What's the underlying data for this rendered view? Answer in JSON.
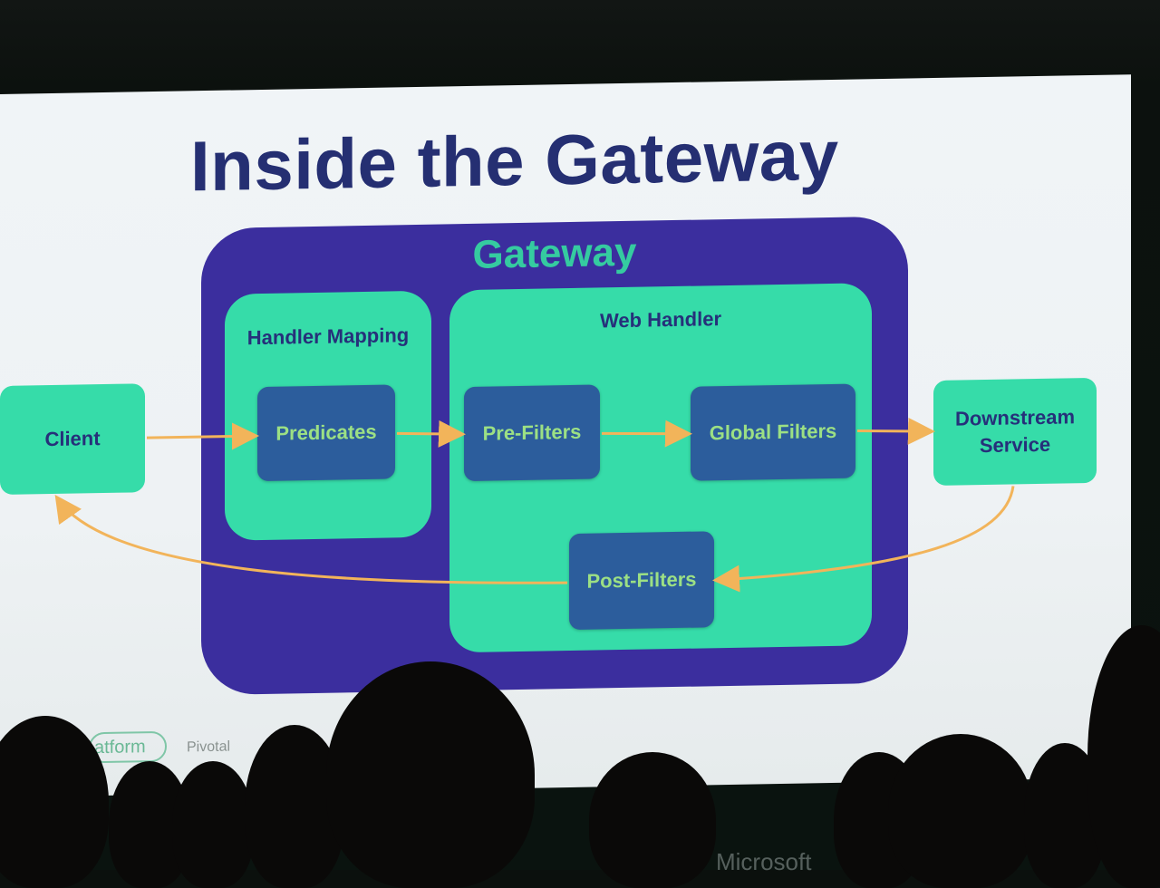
{
  "slide": {
    "title": "Inside the Gateway"
  },
  "diagram": {
    "gateway_label": "Gateway",
    "handler_mapping_label": "Handler Mapping",
    "web_handler_label": "Web Handler",
    "nodes": {
      "client": "Client",
      "predicates": "Predicates",
      "pre_filters": "Pre-Filters",
      "global_filters": "Global Filters",
      "downstream_line1": "Downstream",
      "downstream_line2": "Service",
      "post_filters": "Post-Filters"
    }
  },
  "footer": {
    "pill_text": "atform",
    "side_text": "Pivotal",
    "brand_text": "Microsoft"
  },
  "colors": {
    "title": "#252f72",
    "gateway_bg": "#3b2e9e",
    "panel_bg": "#36dca9",
    "node_bg": "#2c5d9c",
    "node_text": "#9ce084",
    "arrow": "#f2b45a"
  }
}
